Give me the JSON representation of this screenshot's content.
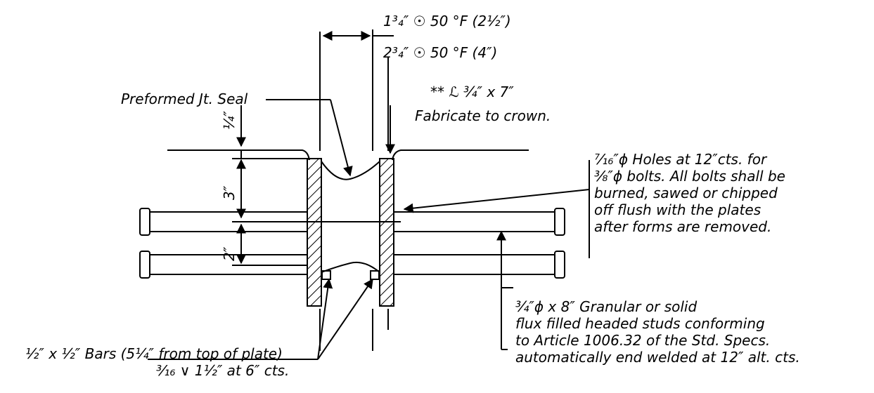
{
  "dimensions": {
    "opening_a": "1³₄″ ☉ 50 °F (2½″)",
    "opening_b": "2³₄″ ☉ 50 °F (4″)",
    "quarter": "¼″",
    "three": "3″",
    "two": "2″"
  },
  "labels": {
    "seal": "Preformed Jt. Seal",
    "plate_line1": "** ℒ ¾″ x 7″",
    "plate_line2": "Fabricate to crown."
  },
  "notes": {
    "holes": [
      "⁷⁄₁₆″ϕ Holes at 12″cts. for",
      "³⁄₈″ϕ bolts. All bolts shall be",
      "burned, sawed or chipped",
      "off flush with the plates",
      "after forms are removed."
    ],
    "studs": [
      "¾″ϕ x 8″ Granular or solid",
      "flux filled headed studs conforming",
      "to Article 1006.32 of the Std. Specs.",
      "automatically end welded at 12″ alt. cts."
    ],
    "bars": [
      "½″ x ½″ Bars (5¼″ from top of plate)",
      "³⁄₁₆ ∨ 1½″ at 6″ cts."
    ]
  }
}
